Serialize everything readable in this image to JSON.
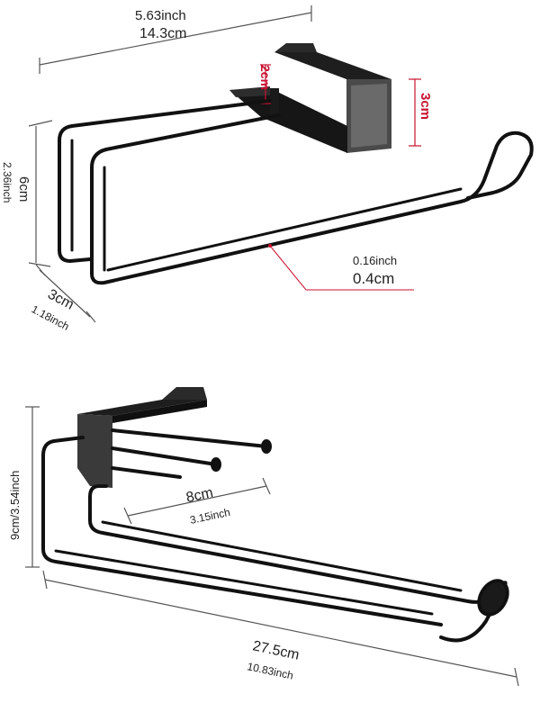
{
  "top_view": {
    "width_in": "5.63inch",
    "width_cm": "14.3cm",
    "clip_gap": "2cm",
    "clip_height": "3cm",
    "height_cm": "6cm",
    "height_in": "2.36inch",
    "depth_cm": "3cm",
    "depth_in": "1.18inch",
    "wire_in": "0.16inch",
    "wire_cm": "0.4cm"
  },
  "bottom_view": {
    "height": "9cm/3.54inch",
    "spacing_cm": "8cm",
    "spacing_in": "3.15inch",
    "length_cm": "27.5cm",
    "length_in": "10.83inch"
  },
  "colors": {
    "product": "#1a1a1a",
    "dimension_line": "#555555",
    "highlight": "#c8102e"
  }
}
